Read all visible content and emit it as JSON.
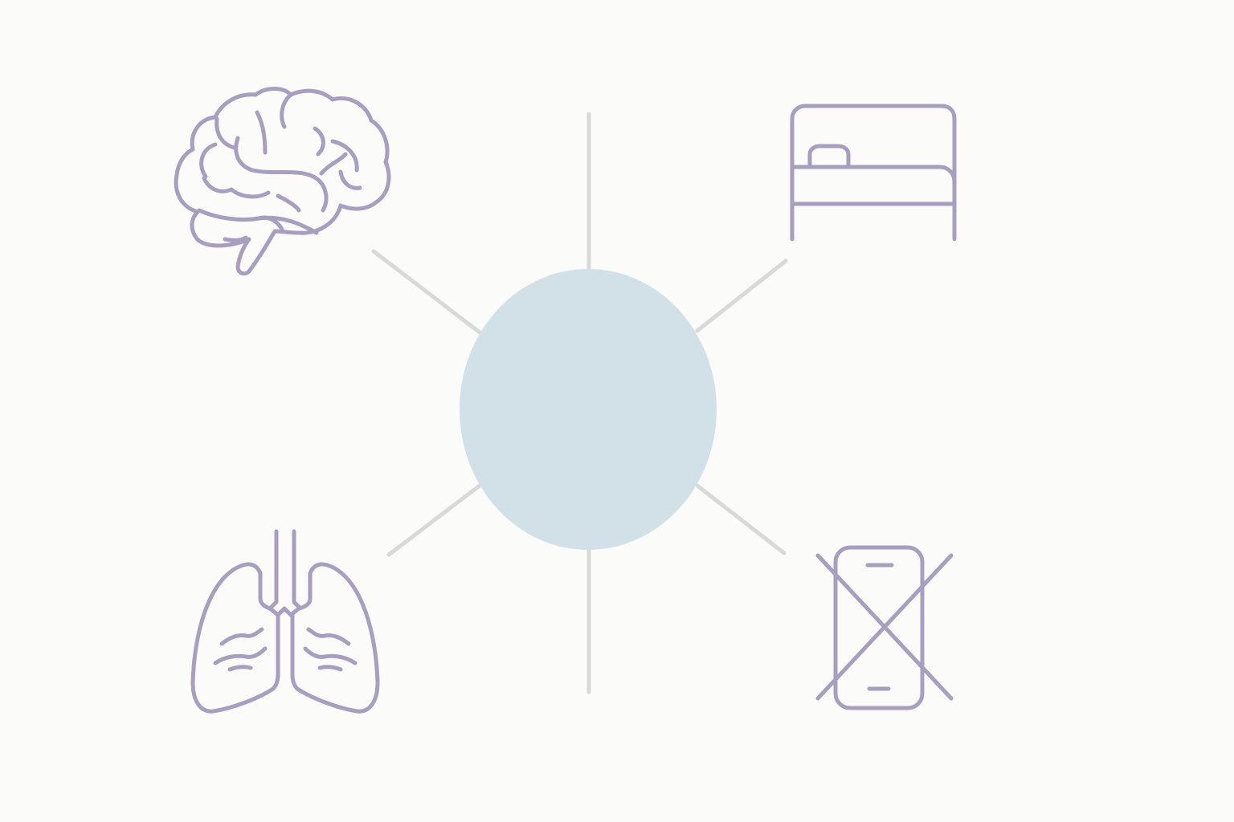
{
  "diagram": {
    "type": "hub-and-spoke",
    "center": {
      "shape": "circle",
      "text": "",
      "color": "#d2e1e8"
    },
    "connector_color": "#d9d9d9",
    "icon_color": "#a89fc0",
    "background_color": "#fbfbf9",
    "nodes": [
      {
        "position": "top-left",
        "icon": "brain-icon",
        "label": ""
      },
      {
        "position": "top-right",
        "icon": "bed-icon",
        "label": ""
      },
      {
        "position": "bottom-left",
        "icon": "lungs-icon",
        "label": ""
      },
      {
        "position": "bottom-right",
        "icon": "no-phone-icon",
        "label": ""
      }
    ]
  }
}
